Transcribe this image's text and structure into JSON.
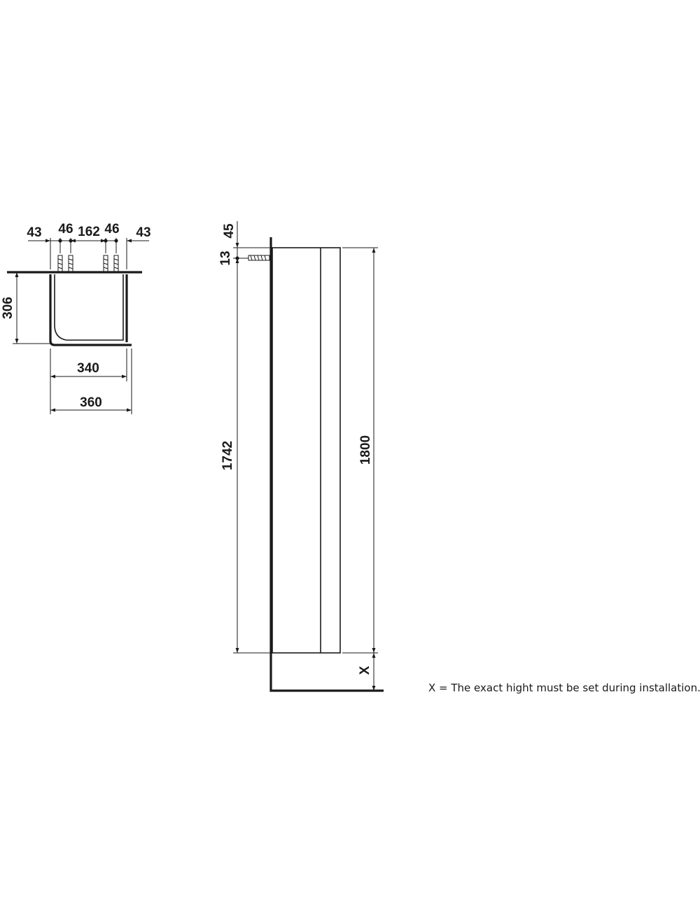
{
  "top_view": {
    "dims_top": [
      "43",
      "46",
      "162",
      "46",
      "43"
    ],
    "depth": "306",
    "inner_width": "340",
    "outer_width": "360"
  },
  "side_view": {
    "offset_top": "45",
    "screw_offset": "13",
    "mount_height": "1742",
    "total_height": "1800",
    "floor_gap": "X"
  },
  "note": "X = The exact hight must be set during installation."
}
